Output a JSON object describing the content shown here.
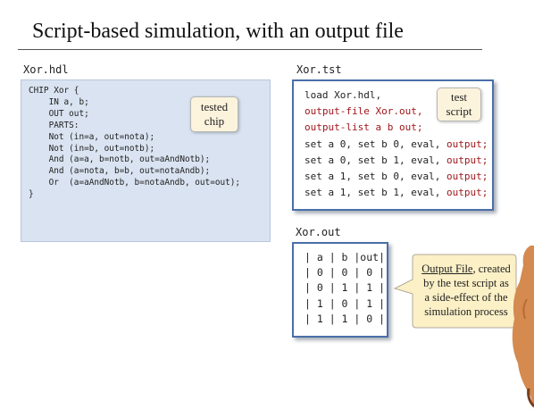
{
  "slide": {
    "title": "Script-based simulation, with an output file"
  },
  "hdl": {
    "filename": "Xor.hdl",
    "lines": [
      "CHIP Xor {",
      "    IN a, b;",
      "    OUT out;",
      "",
      "    PARTS:",
      "    Not (in=a, out=nota);",
      "    Not (in=b, out=notb);",
      "    And (a=a, b=notb, out=aAndNotb);",
      "    And (a=nota, b=b, out=notaAndb);",
      "    Or  (a=aAndNotb, b=notaAndb, out=out);",
      "}"
    ],
    "note_lines": [
      "tested",
      "chip"
    ]
  },
  "tst": {
    "filename": "Xor.tst",
    "lines": [
      [
        {
          "t": "load Xor.hdl,",
          "red": false
        }
      ],
      [
        {
          "t": "output-file Xor.out,",
          "red": true
        }
      ],
      [
        {
          "t": "output-list a b out;",
          "red": true
        }
      ],
      [
        {
          "t": "set a 0, set b 0, eval, ",
          "red": false
        },
        {
          "t": "output;",
          "red": true
        }
      ],
      [
        {
          "t": "set a 0, set b 1, eval, ",
          "red": false
        },
        {
          "t": "output;",
          "red": true
        }
      ],
      [
        {
          "t": "set a 1, set b 0, eval, ",
          "red": false
        },
        {
          "t": "output;",
          "red": true
        }
      ],
      [
        {
          "t": "set a 1, set b 1, eval, ",
          "red": false
        },
        {
          "t": "output;",
          "red": true
        }
      ]
    ],
    "note_lines": [
      "test",
      "script"
    ]
  },
  "out": {
    "filename": "Xor.out",
    "lines": [
      "| a | b |out|",
      "| 0 | 0 | 0 |",
      "| 0 | 1 | 1 |",
      "| 1 | 0 | 1 |",
      "| 1 | 1 | 0 |"
    ]
  },
  "callout": {
    "title": "Output File",
    "rest_first": ", created",
    "lines": [
      "by the test script as",
      "a side-effect of the",
      "simulation process"
    ]
  },
  "colors": {
    "code_red": "#a0151a",
    "box_blue": "#4a6fa8",
    "hdl_fill": "#d9e3f1",
    "note_fill": "#fbf3dc",
    "callout_fill": "#fbf0c6"
  },
  "icons": {
    "presenter": "presenter-hand-icon"
  }
}
